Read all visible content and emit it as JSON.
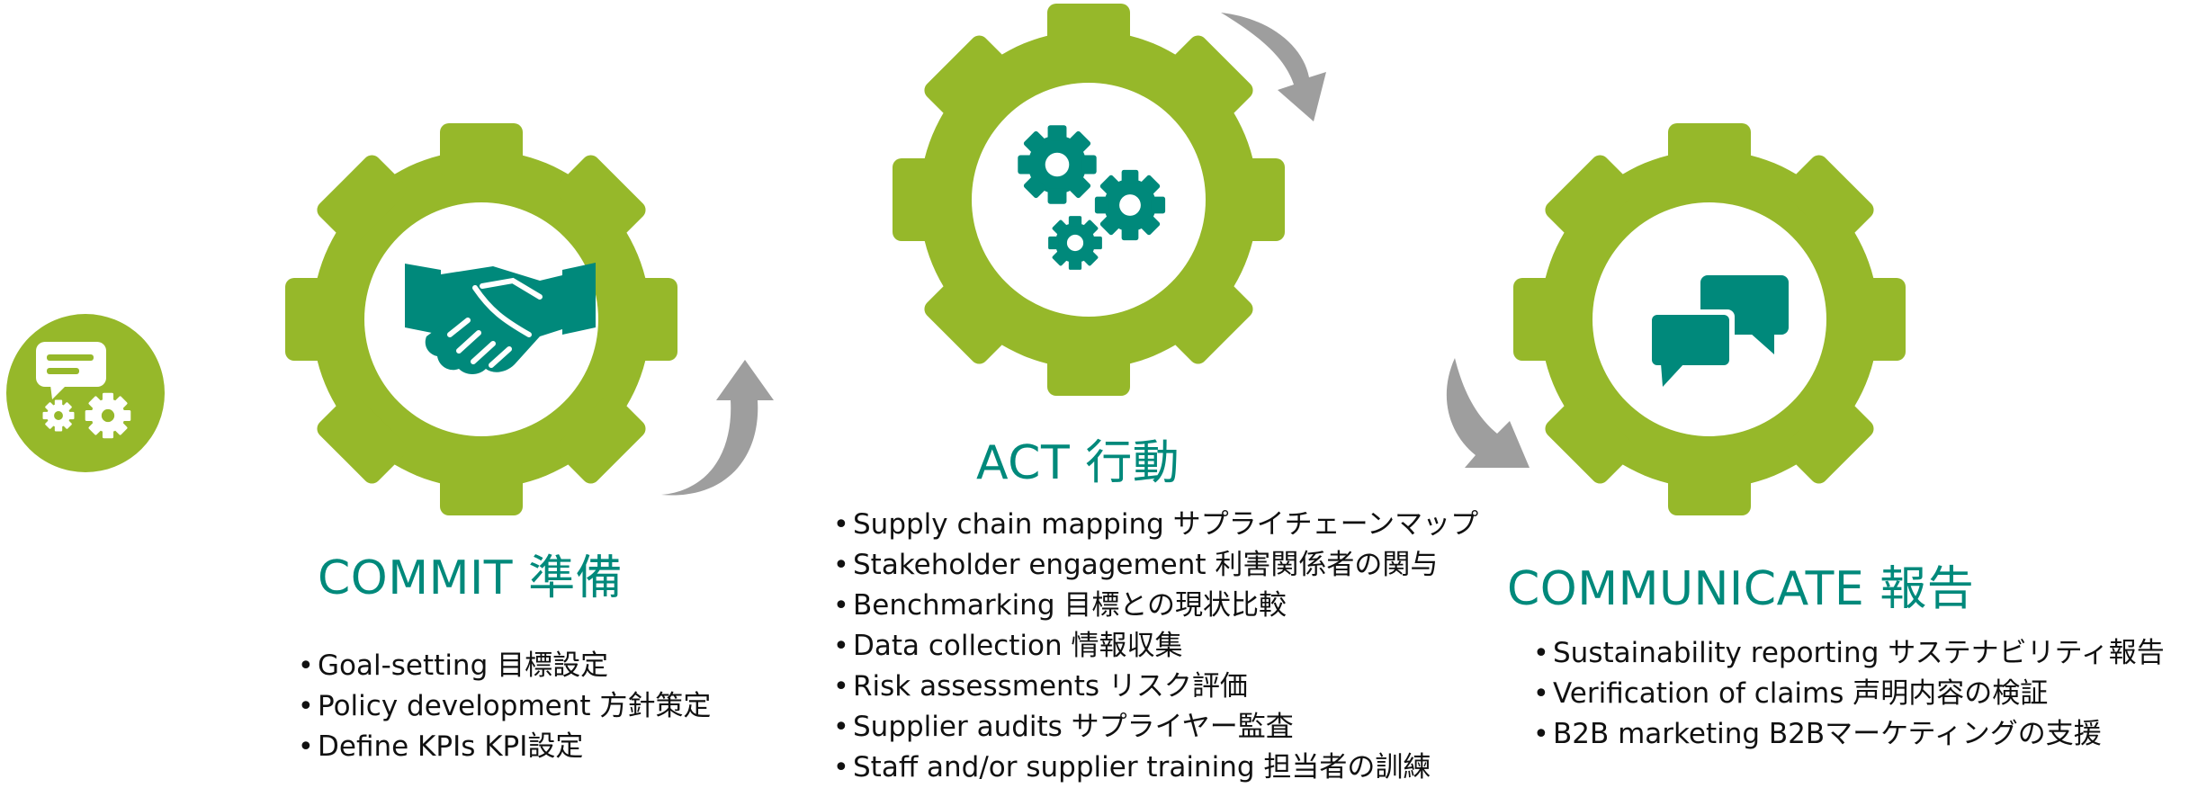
{
  "colors": {
    "gear": "#96b82a",
    "accent": "#00897b",
    "arrow": "#9e9e9e",
    "text": "#111111"
  },
  "icons": {
    "left_badge": "chat-gears-icon",
    "commit": "handshake-icon",
    "act": "gears-icon",
    "communicate": "chat-bubbles-icon",
    "arrows": "curved-arrow-icon"
  },
  "stages": {
    "commit": {
      "title": "COMMIT 準備",
      "items": [
        "Goal-setting 目標設定",
        "Policy development 方針策定",
        "Define KPIs KPI設定"
      ]
    },
    "act": {
      "title": "ACT 行動",
      "items": [
        "Supply chain mapping サプライチェーンマップ",
        "Stakeholder engagement 利害関係者の関与",
        "Benchmarking 目標との現状比較",
        "Data collection 情報収集",
        "Risk assessments リスク評価",
        "Supplier audits サプライヤー監査",
        "Staff and/or supplier training 担当者の訓練"
      ]
    },
    "communicate": {
      "title": "COMMUNICATE 報告",
      "items": [
        "Sustainability reporting サステナビリティ報告",
        "Verification of claims 声明内容の検証",
        "B2B marketing B2Bマーケティングの支援"
      ]
    }
  }
}
